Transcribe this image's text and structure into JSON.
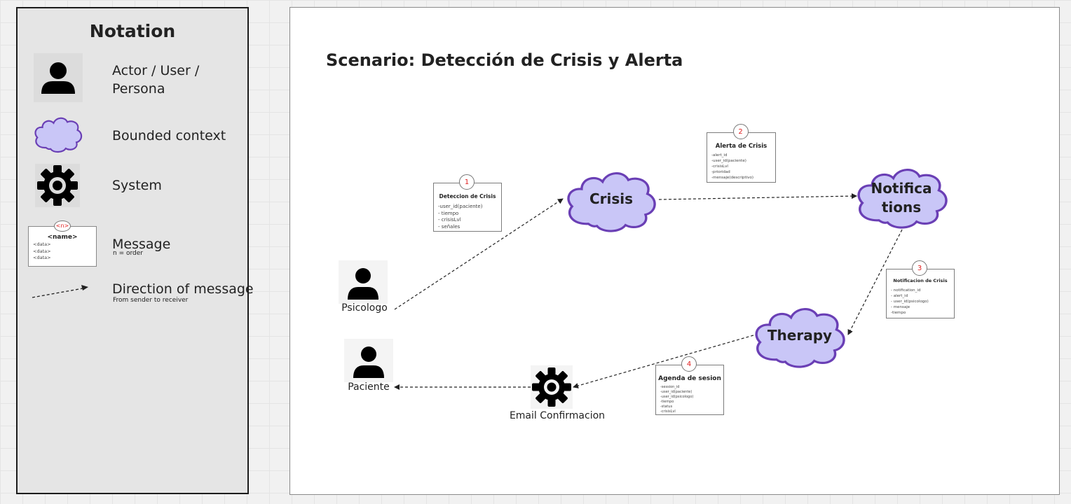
{
  "notation": {
    "title": "Notation",
    "items": [
      {
        "icon": "person-icon",
        "label": "Actor / User / Persona"
      },
      {
        "icon": "cloud-icon",
        "label": "Bounded context"
      },
      {
        "icon": "gear-icon",
        "label": "System"
      },
      {
        "icon": "message-card-icon",
        "label": "Message",
        "sublabel": "n = order",
        "card": {
          "number": "<n>",
          "name": "<name>",
          "fields": [
            "<data>",
            "<data>",
            "<data>"
          ]
        }
      },
      {
        "icon": "dashed-arrow-icon",
        "label": "Direction of message",
        "sublabel": "From sender to receiver"
      }
    ]
  },
  "scenario": {
    "title": "Scenario: Detección de Crisis y Alerta",
    "actors": [
      {
        "name": "Psicologo"
      },
      {
        "name": "Paciente"
      }
    ],
    "systems": [
      {
        "name": "Email Confirmacion"
      }
    ],
    "contexts": [
      {
        "name": "Crisis"
      },
      {
        "name": "Notifica tions",
        "line1": "Notifica",
        "line2": "tions"
      },
      {
        "name": "Therapy"
      }
    ],
    "messages": [
      {
        "number": "1",
        "title": "Deteccion de Crisis",
        "fields": [
          "-user_id(paciente)",
          "- tiempo",
          "- crisisLvl",
          "- señales"
        ]
      },
      {
        "number": "2",
        "title": "Alerta de Crisis",
        "fields": [
          "-alert_id",
          "-user_id(paciente)",
          "-crisisLvl",
          "-prioridad",
          "-mensaje(descriptivo)"
        ]
      },
      {
        "number": "3",
        "title": "Notificacion de Crisis",
        "fields": [
          "- notification_id",
          "- alert_id",
          "- user_id(psicologo)",
          "- mensaje",
          "-tiempo"
        ]
      },
      {
        "number": "4",
        "title": "Agenda de sesion",
        "fields": [
          "-session_id",
          "-user_id(paciente)",
          "-user_id(psicologo)",
          "-tiempo",
          "-status",
          "-crisisLvl"
        ]
      }
    ]
  },
  "colors": {
    "cloud_fill": "#c9c6f7",
    "cloud_stroke": "#6a3fb5",
    "number_red": "#e02020"
  }
}
